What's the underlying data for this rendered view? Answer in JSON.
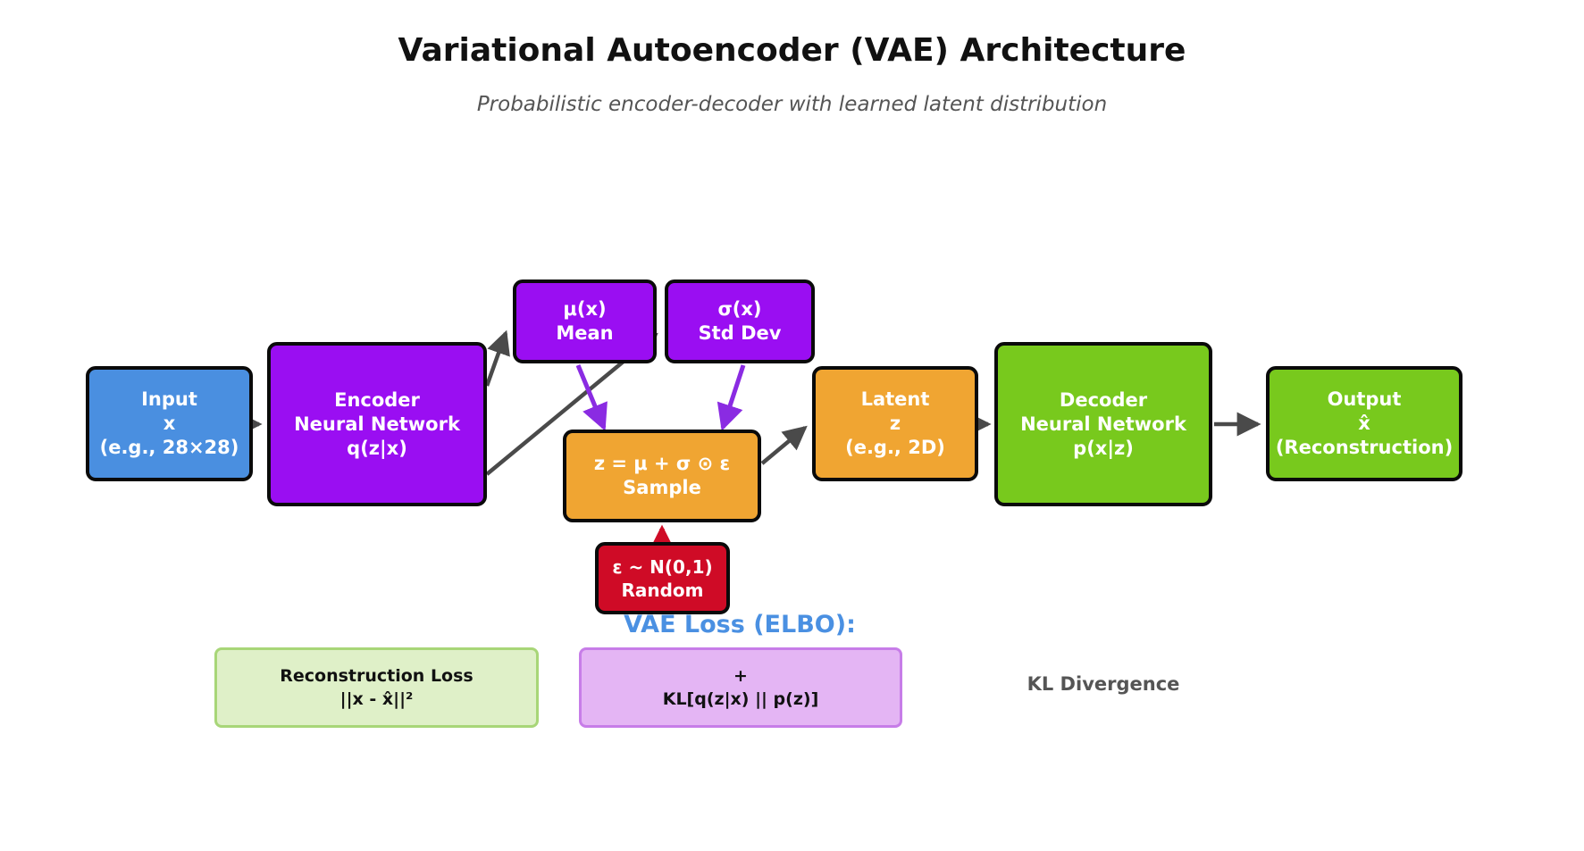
{
  "header": {
    "title": "Variational Autoencoder (VAE) Architecture",
    "subtitle": "Probabilistic encoder-decoder with learned latent distribution"
  },
  "nodes": {
    "input": {
      "line1": "Input",
      "line2": "x",
      "line3": "(e.g., 28×28)"
    },
    "encoder": {
      "line1": "Encoder",
      "line2": "Neural Network",
      "line3": "q(z|x)"
    },
    "mu": {
      "line1": "μ(x)",
      "line2": "Mean"
    },
    "sigma": {
      "line1": "σ(x)",
      "line2": "Std Dev"
    },
    "sample": {
      "line1": "z = μ + σ ⊙ ε",
      "line2": "Sample"
    },
    "epsilon": {
      "line1": "ε ~ N(0,1)",
      "line2": "Random"
    },
    "latent": {
      "line1": "Latent",
      "line2": "z",
      "line3": "(e.g., 2D)"
    },
    "decoder": {
      "line1": "Decoder",
      "line2": "Neural Network",
      "line3": "p(x|z)"
    },
    "output": {
      "line1": "Output",
      "line2": "x̂",
      "line3": "(Reconstruction)"
    }
  },
  "loss": {
    "heading": "VAE Loss (ELBO):",
    "reconstruction": {
      "line1": "Reconstruction Loss",
      "line2": "||x - x̂||²"
    },
    "kl_term": {
      "line1": "+",
      "line2": "KL[q(z|x) || p(z)]"
    },
    "kl_label": "KL Divergence"
  },
  "colors": {
    "input_blue": "#4a8fe0",
    "network_purple": "#9a0ef2",
    "latent_orange": "#f0a532",
    "noise_red": "#cf0b26",
    "decoder_green": "#78c91d",
    "recon_loss_fill": "#dff0c8",
    "recon_loss_border": "#a8d678",
    "kl_loss_fill": "#e4b5f4",
    "kl_loss_border": "#c77de8",
    "elbo_heading_blue": "#4a90e2",
    "arrow_gray": "#4a4a4a",
    "arrow_purple": "#8a2be2",
    "arrow_red": "#cf0b26",
    "subtitle_gray": "#555555"
  }
}
